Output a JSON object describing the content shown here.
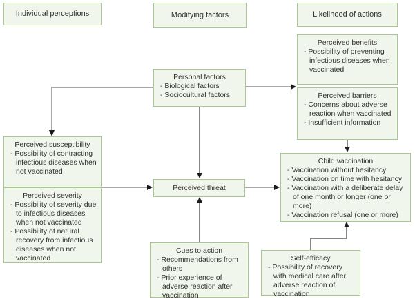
{
  "theme": {
    "box_fill": "#f1f6ec",
    "box_border": "#a9c78f",
    "text_color": "#333333",
    "line_gray": "#a8a8a8",
    "line_dark": "#3a3a3a",
    "arrow_color": "#1c1c1c",
    "background": "#ffffff"
  },
  "headers": {
    "individual": "Individual perceptions",
    "modifying": "Modifying factors",
    "likelihood": "Likelihood of actions"
  },
  "boxes": {
    "personal_factors": {
      "title": "Personal factors",
      "items": [
        "- Biological factors",
        "- Sociocultural factors"
      ]
    },
    "perceived_benefits": {
      "title": "Perceived benefits",
      "items": [
        "- Possibility of preventing infectious diseases when vaccinated"
      ]
    },
    "perceived_barriers": {
      "title": "Perceived barriers",
      "items": [
        "- Concerns about adverse reaction when vaccinated",
        "- Insufficient information"
      ]
    },
    "perceived_susceptibility": {
      "title": "Perceived susceptibility",
      "items": [
        "- Possibility of contracting infectious diseases when not vaccinated"
      ]
    },
    "perceived_severity": {
      "title": "Perceived severity",
      "items": [
        "- Possibility of severity due to infectious diseases when not vaccinated",
        "- Possibility of natural recovery from infectious diseases when not vaccinated"
      ]
    },
    "perceived_threat": {
      "title": "Perceived threat"
    },
    "child_vaccination": {
      "title": "Child vaccination",
      "items": [
        "- Vaccination without hesitancy",
        "- Vaccination on time with hesitancy",
        "- Vaccination with a deliberate delay of one month or longer (one or more)",
        "- Vaccination refusal (one or more)"
      ]
    },
    "cues_to_action": {
      "title": "Cues to action",
      "items": [
        "- Recommendations from others",
        "- Prior experience of adverse reaction after vaccination"
      ]
    },
    "self_efficacy": {
      "title": "Self-efficacy",
      "items": [
        "- Possibility of recovery with medical care after adverse reaction of vaccination"
      ]
    }
  }
}
